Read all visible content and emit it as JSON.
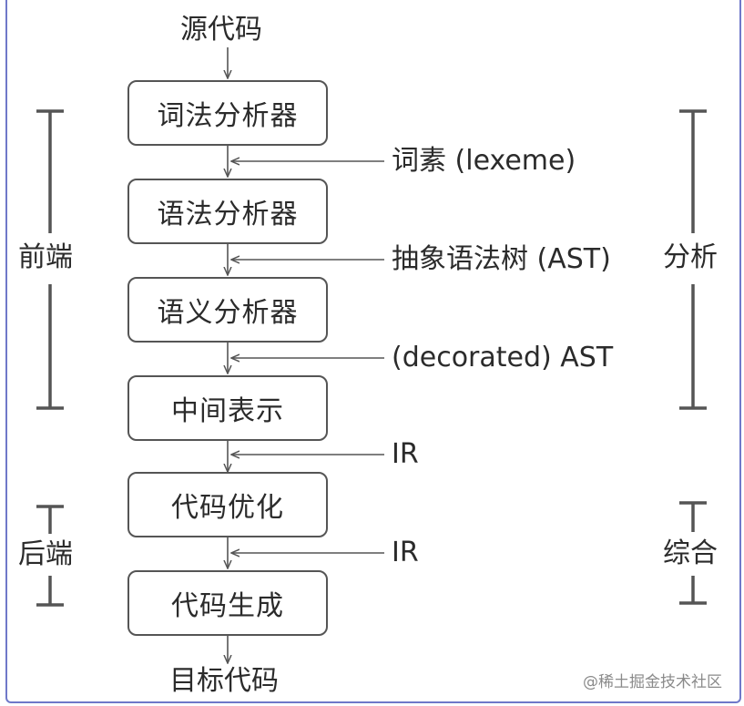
{
  "source": "源代码",
  "target": "目标代码",
  "stages": [
    {
      "label": "词法分析器"
    },
    {
      "label": "语法分析器"
    },
    {
      "label": "语义分析器"
    },
    {
      "label": "中间表示"
    },
    {
      "label": "代码优化"
    },
    {
      "label": "代码生成"
    }
  ],
  "artifacts": [
    {
      "label": "词素 (lexeme)"
    },
    {
      "label": "抽象语法树 (AST)"
    },
    {
      "label": "(decorated) AST"
    },
    {
      "label": "IR"
    },
    {
      "label": "IR"
    }
  ],
  "groups": {
    "frontend": "前端",
    "backend": "后端",
    "analysis": "分析",
    "synthesis": "综合"
  },
  "watermark": "@稀土掘金技术社区",
  "colors": {
    "line": "#555555",
    "frame": "#6f78c9"
  }
}
